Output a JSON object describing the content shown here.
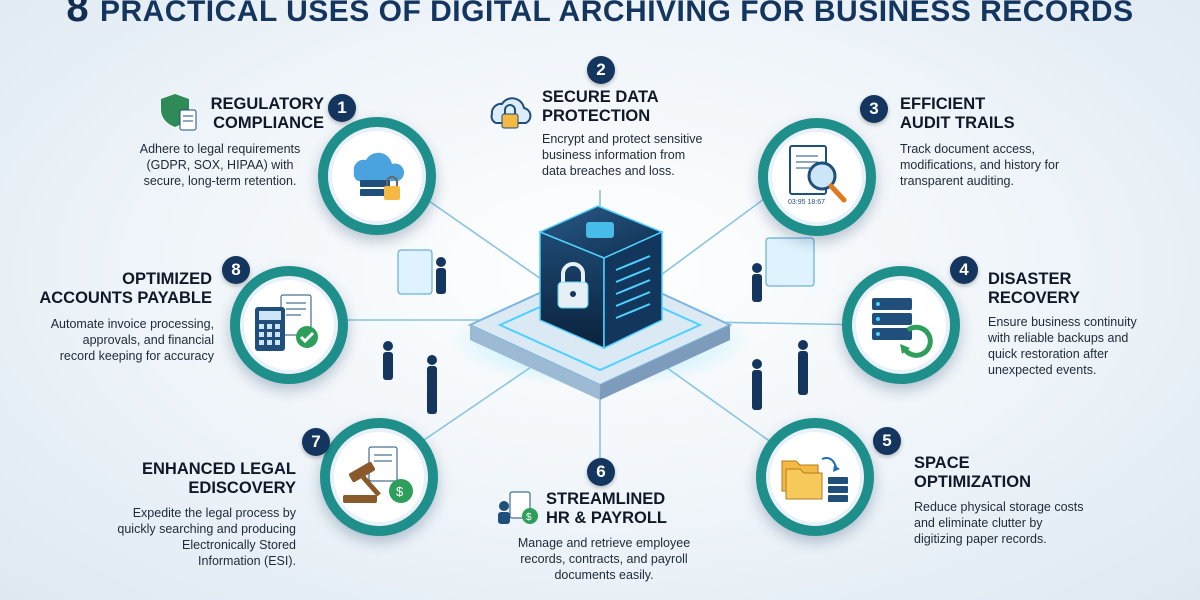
{
  "title": {
    "number": "8",
    "text": "PRACTICAL USES OF DIGITAL ARCHIVING FOR BUSINESS RECORDS"
  },
  "items": [
    {
      "number": "1",
      "title_line1": "REGULATORY",
      "title_line2": "COMPLIANCE",
      "desc": [
        "Adhere to legal requirements",
        "(GDPR, SOX, HIPAA) with",
        "secure, long-term retention."
      ]
    },
    {
      "number": "2",
      "title_line1": "SECURE DATA",
      "title_line2": "PROTECTION",
      "desc": [
        "Encrypt and protect sensitive",
        "business information from",
        "data breaches and loss."
      ]
    },
    {
      "number": "3",
      "title_line1": "EFFICIENT",
      "title_line2": "AUDIT TRAILS",
      "desc": [
        "Track document access,",
        "modifications, and history for",
        "transparent auditing."
      ],
      "icon_text": "03:95 18:67"
    },
    {
      "number": "4",
      "title_line1": "DISASTER",
      "title_line2": "RECOVERY",
      "desc": [
        "Ensure business continuity",
        "with reliable backups and",
        "quick restoration after",
        "unexpected events."
      ]
    },
    {
      "number": "5",
      "title_line1": "SPACE",
      "title_line2": "OPTIMIZATION",
      "desc": [
        "Reduce physical storage costs",
        "and eliminate clutter by",
        "digitizing paper records."
      ]
    },
    {
      "number": "6",
      "title_line1": "STREAMLINED",
      "title_line2": "HR & PAYROLL",
      "desc": [
        "Manage and retrieve employee",
        "records, contracts, and payroll",
        "documents easily."
      ]
    },
    {
      "number": "7",
      "title_line1": "ENHANCED LEGAL",
      "title_line2": "EDISCOVERY",
      "desc": [
        "Expedite the legal process by",
        "quickly searching and producing",
        "Electronically Stored",
        "Information (ESI)."
      ]
    },
    {
      "number": "8",
      "title_line1": "OPTIMIZED",
      "title_line2": "ACCOUNTS PAYABLE",
      "desc": [
        "Automate invoice processing,",
        "approvals, and financial",
        "record keeping for accuracy"
      ]
    }
  ],
  "colors": {
    "ring": "#1f8f8c",
    "navy": "#14365e",
    "glow": "#4fd1ff"
  }
}
